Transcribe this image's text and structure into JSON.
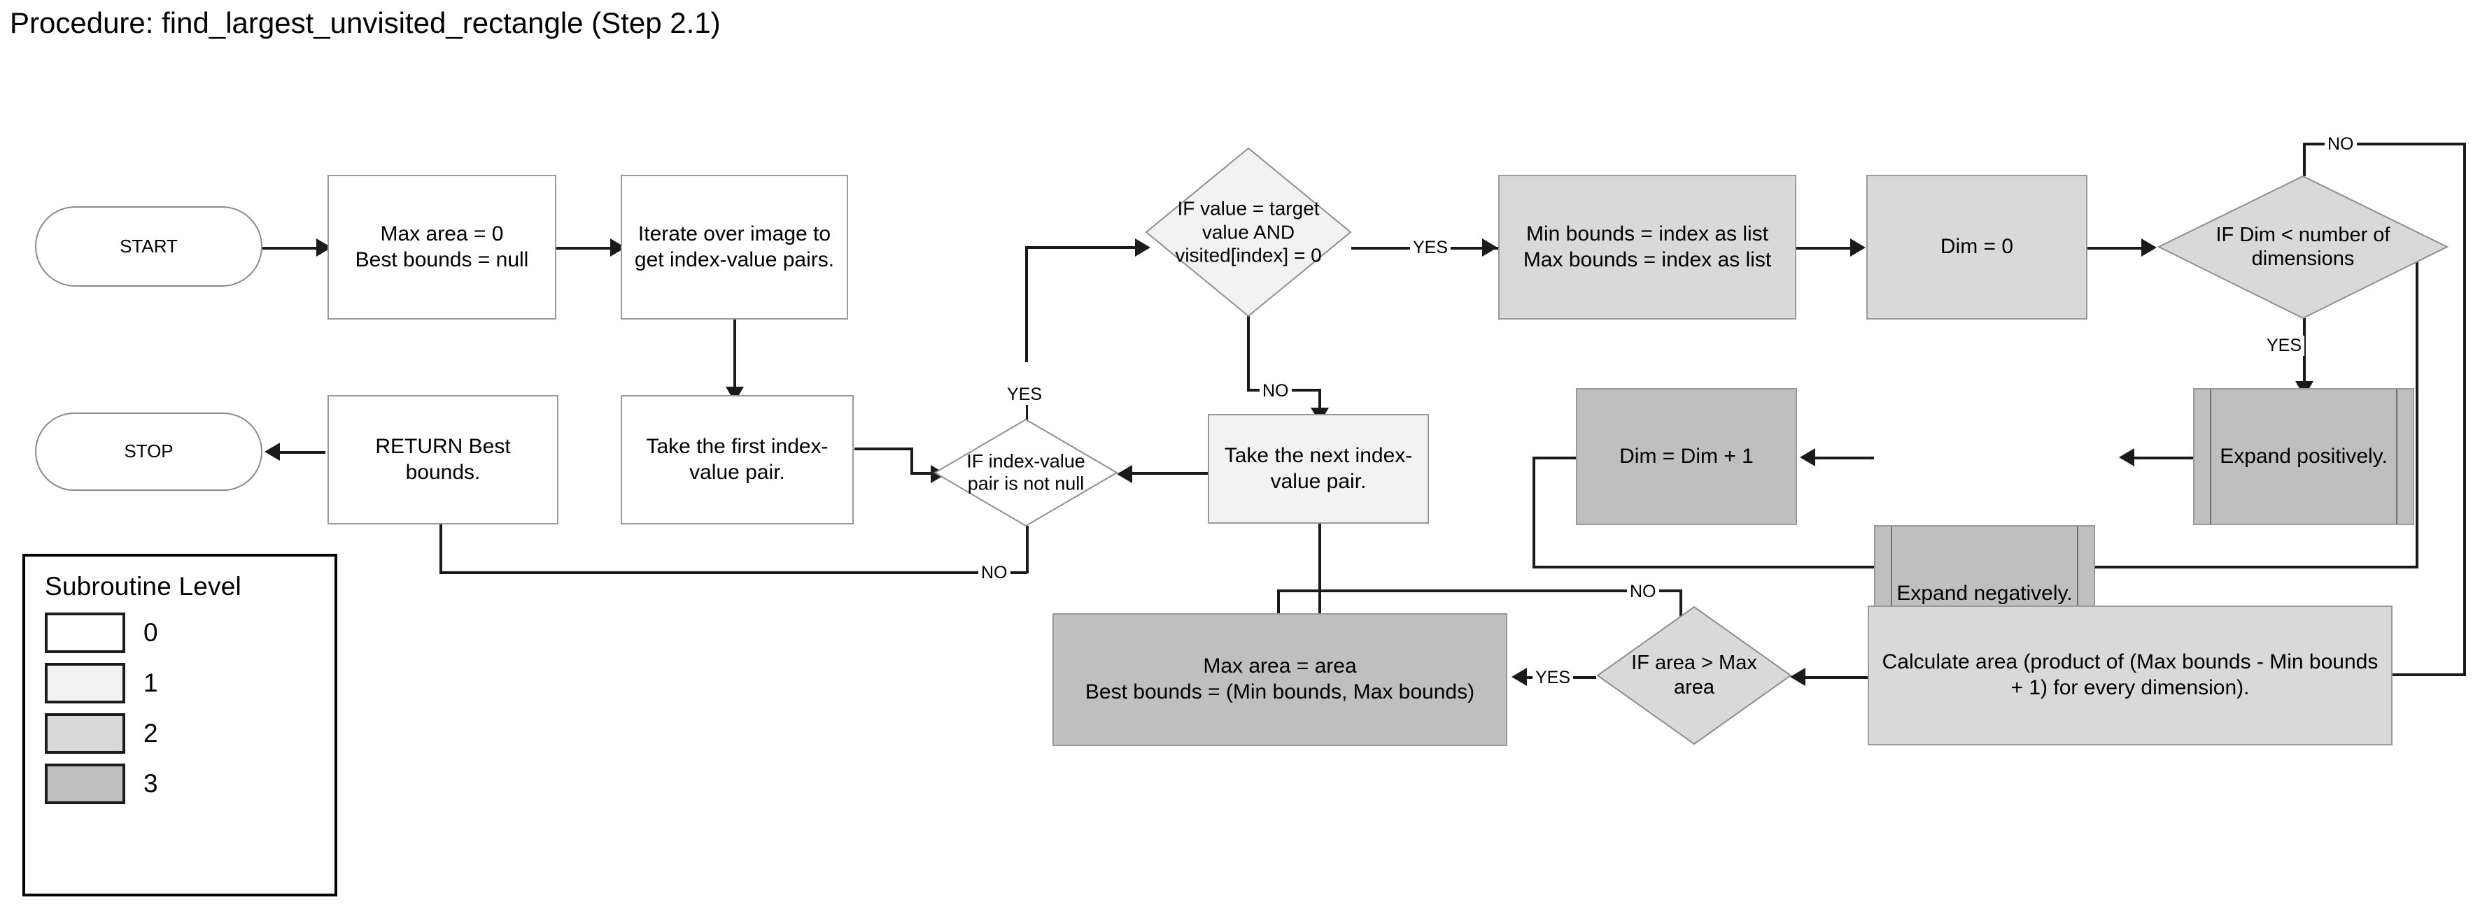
{
  "title": "Procedure: find_largest_unvisited_rectangle (Step 2.1)",
  "chart_data": {
    "type": "diagram",
    "diagram_kind": "flowchart",
    "title": "Procedure: find_largest_unvisited_rectangle (Step 2.1)",
    "nodes": [
      {
        "id": "start",
        "shape": "terminator",
        "level": 0,
        "text": "START"
      },
      {
        "id": "init",
        "shape": "process",
        "level": 0,
        "text": "Max area = 0\nBest bounds = null"
      },
      {
        "id": "iterate",
        "shape": "process",
        "level": 0,
        "text": "Iterate over image to get index-value pairs."
      },
      {
        "id": "take_first",
        "shape": "process",
        "level": 0,
        "text": "Take the first index-value pair."
      },
      {
        "id": "if_notnull",
        "shape": "decision",
        "level": 0,
        "text": "IF index-value pair is not null"
      },
      {
        "id": "if_target",
        "shape": "decision",
        "level": 1,
        "text": "IF value = target value AND visited[index] = 0"
      },
      {
        "id": "take_next",
        "shape": "process",
        "level": 1,
        "text": "Take the next index-value pair."
      },
      {
        "id": "set_bounds",
        "shape": "process",
        "level": 2,
        "text": "Min bounds = index as list\nMax bounds = index as list"
      },
      {
        "id": "dim0",
        "shape": "process",
        "level": 2,
        "text": "Dim = 0"
      },
      {
        "id": "if_dim",
        "shape": "decision",
        "level": 2,
        "text": "IF Dim < number of dimensions"
      },
      {
        "id": "expand_pos",
        "shape": "predefined",
        "level": 3,
        "text": "Expand positively."
      },
      {
        "id": "expand_neg",
        "shape": "predefined",
        "level": 3,
        "text": "Expand negatively."
      },
      {
        "id": "dim_inc",
        "shape": "process",
        "level": 3,
        "text": "Dim = Dim + 1"
      },
      {
        "id": "calc_area",
        "shape": "process",
        "level": 2,
        "text": "Calculate area (product of (Max bounds - Min bounds + 1) for every dimension)."
      },
      {
        "id": "if_area",
        "shape": "decision",
        "level": 2,
        "text": "IF area > Max area"
      },
      {
        "id": "set_best",
        "shape": "process",
        "level": 3,
        "text": "Max area = area\nBest bounds = (Min bounds, Max bounds)"
      },
      {
        "id": "return",
        "shape": "process",
        "level": 0,
        "text": "RETURN Best bounds."
      },
      {
        "id": "stop",
        "shape": "terminator",
        "level": 0,
        "text": "STOP"
      }
    ],
    "edges": [
      {
        "from": "start",
        "to": "init",
        "label": ""
      },
      {
        "from": "init",
        "to": "iterate",
        "label": ""
      },
      {
        "from": "iterate",
        "to": "take_first",
        "label": ""
      },
      {
        "from": "take_first",
        "to": "if_notnull",
        "label": ""
      },
      {
        "from": "if_notnull",
        "to": "if_target",
        "label": "YES"
      },
      {
        "from": "if_notnull",
        "to": "return",
        "label": "NO"
      },
      {
        "from": "if_target",
        "to": "set_bounds",
        "label": "YES"
      },
      {
        "from": "if_target",
        "to": "take_next",
        "label": "NO"
      },
      {
        "from": "take_next",
        "to": "if_notnull",
        "label": ""
      },
      {
        "from": "set_bounds",
        "to": "dim0",
        "label": ""
      },
      {
        "from": "dim0",
        "to": "if_dim",
        "label": ""
      },
      {
        "from": "if_dim",
        "to": "expand_pos",
        "label": "YES"
      },
      {
        "from": "if_dim",
        "to": "calc_area",
        "label": "NO"
      },
      {
        "from": "expand_pos",
        "to": "expand_neg",
        "label": ""
      },
      {
        "from": "expand_neg",
        "to": "dim_inc",
        "label": ""
      },
      {
        "from": "dim_inc",
        "to": "if_dim",
        "label": ""
      },
      {
        "from": "calc_area",
        "to": "if_area",
        "label": ""
      },
      {
        "from": "if_area",
        "to": "set_best",
        "label": "YES"
      },
      {
        "from": "if_area",
        "to": "take_next",
        "label": "NO"
      },
      {
        "from": "set_best",
        "to": "take_next",
        "label": ""
      },
      {
        "from": "return",
        "to": "stop",
        "label": ""
      }
    ]
  },
  "nodes": {
    "start": "START",
    "init_line1": "Max area = 0",
    "init_line2": "Best bounds = null",
    "iterate": "Iterate over image to get index-value pairs.",
    "take_first": "Take the first index-value pair.",
    "if_notnull": "IF index-value pair is not null",
    "if_target": "IF value = target value AND visited[index] = 0",
    "take_next": "Take the next index-value pair.",
    "bounds_line1": "Min bounds = index as list",
    "bounds_line2": "Max bounds = index as list",
    "dim0": "Dim = 0",
    "if_dim": "IF Dim < number of dimensions",
    "expand_pos": "Expand positively.",
    "expand_neg": "Expand negatively.",
    "dim_inc": "Dim = Dim + 1",
    "calc_area": "Calculate area (product of (Max bounds - Min bounds + 1) for every dimension).",
    "if_area": "IF area > Max area",
    "best_line1": "Max area = area",
    "best_line2": "Best bounds = (Min bounds, Max bounds)",
    "return": "RETURN Best bounds.",
    "stop": "STOP"
  },
  "edge_labels": {
    "yes_notnull": "YES",
    "no_notnull": "NO",
    "yes_target": "YES",
    "no_target": "NO",
    "no_dim": "NO",
    "yes_dim": "YES",
    "no_area": "NO",
    "yes_area": "YES"
  },
  "legend": {
    "title": "Subroutine Level",
    "items": [
      {
        "label": "0",
        "color": "#ffffff"
      },
      {
        "label": "1",
        "color": "#f2f2f2"
      },
      {
        "label": "2",
        "color": "#d9d9d9"
      },
      {
        "label": "3",
        "color": "#bfbfbf"
      }
    ]
  },
  "colors": {
    "level0": "#ffffff",
    "level1": "#f2f2f2",
    "level2": "#d9d9d9",
    "level3": "#bfbfbf",
    "stroke": "#1a1a1a",
    "node_border": "#9a9a9a"
  }
}
